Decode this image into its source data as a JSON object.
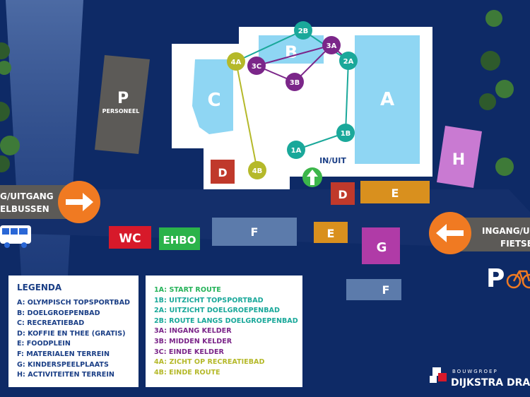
{
  "buildings": {
    "a": "A",
    "b": "B",
    "c": "C",
    "in_uit": "IN/UIT"
  },
  "parking_personnel": {
    "letter": "P",
    "label": "PERSONEEL"
  },
  "parking_bikes": {
    "letter": "P"
  },
  "zones": {
    "d_top": "D",
    "d_bottom": "D",
    "e_right": "E",
    "e_center": "E",
    "f_center": "F",
    "f_bottom": "F",
    "g": "G",
    "h": "H",
    "wc": "WC",
    "ehbo": "EHBO"
  },
  "entrances": {
    "left_line1": "G/UITGANG",
    "left_line2": "ELBUSSEN",
    "right_line1": "INGANG/UI",
    "right_line2": "FIETSE"
  },
  "route_points": {
    "p1a": "1A",
    "p1b": "1B",
    "p2a": "2A",
    "p2b": "2B",
    "p3a": "3A",
    "p3b": "3B",
    "p3c": "3C",
    "p4a": "4A",
    "p4b": "4B"
  },
  "colors": {
    "background": "#0e2a66",
    "pool": "#8fd6f3",
    "route_teal": "#1aa89a",
    "route_purple": "#7b2689",
    "route_olive": "#b5b92a",
    "orange": "#f07a22",
    "red": "#c0392b",
    "green": "#3cb64a",
    "food": "#d9901e",
    "slate": "#5c7bab",
    "magenta": "#b03ba7",
    "pink": "#c97ad2",
    "wc_red": "#d7192a",
    "ehbo_green": "#2bb34a"
  },
  "legend": {
    "title": "LEGENDA",
    "items": [
      "A: OLYMPISCH TOPSPORTBAD",
      "B: DOELGROEPENBAD",
      "C: RECREATIEBAD",
      "D: KOFFIE EN THEE (GRATIS)",
      "E: FOODPLEIN",
      "F: MATERIALEN TERREIN",
      "G: KINDERSPEELPLAATS",
      "H: ACTIVITEITEN TERREIN"
    ]
  },
  "route_legend": {
    "items": [
      "1A: START ROUTE",
      "1B: UITZICHT TOPSPORTBAD",
      "2A: UITZICHT DOELGROEPENBAD",
      "2B: ROUTE LANGS DOELGROEPENBAD",
      "3A: INGANG KELDER",
      "3B: MIDDEN KELDER",
      "3C: EINDE KELDER",
      "4A: ZICHT OP RECREATIEBAD",
      "4B: EINDE ROUTE"
    ]
  },
  "logo": {
    "top": "BOUWGROEP",
    "main": "DIJKSTRA DRAISMA"
  }
}
